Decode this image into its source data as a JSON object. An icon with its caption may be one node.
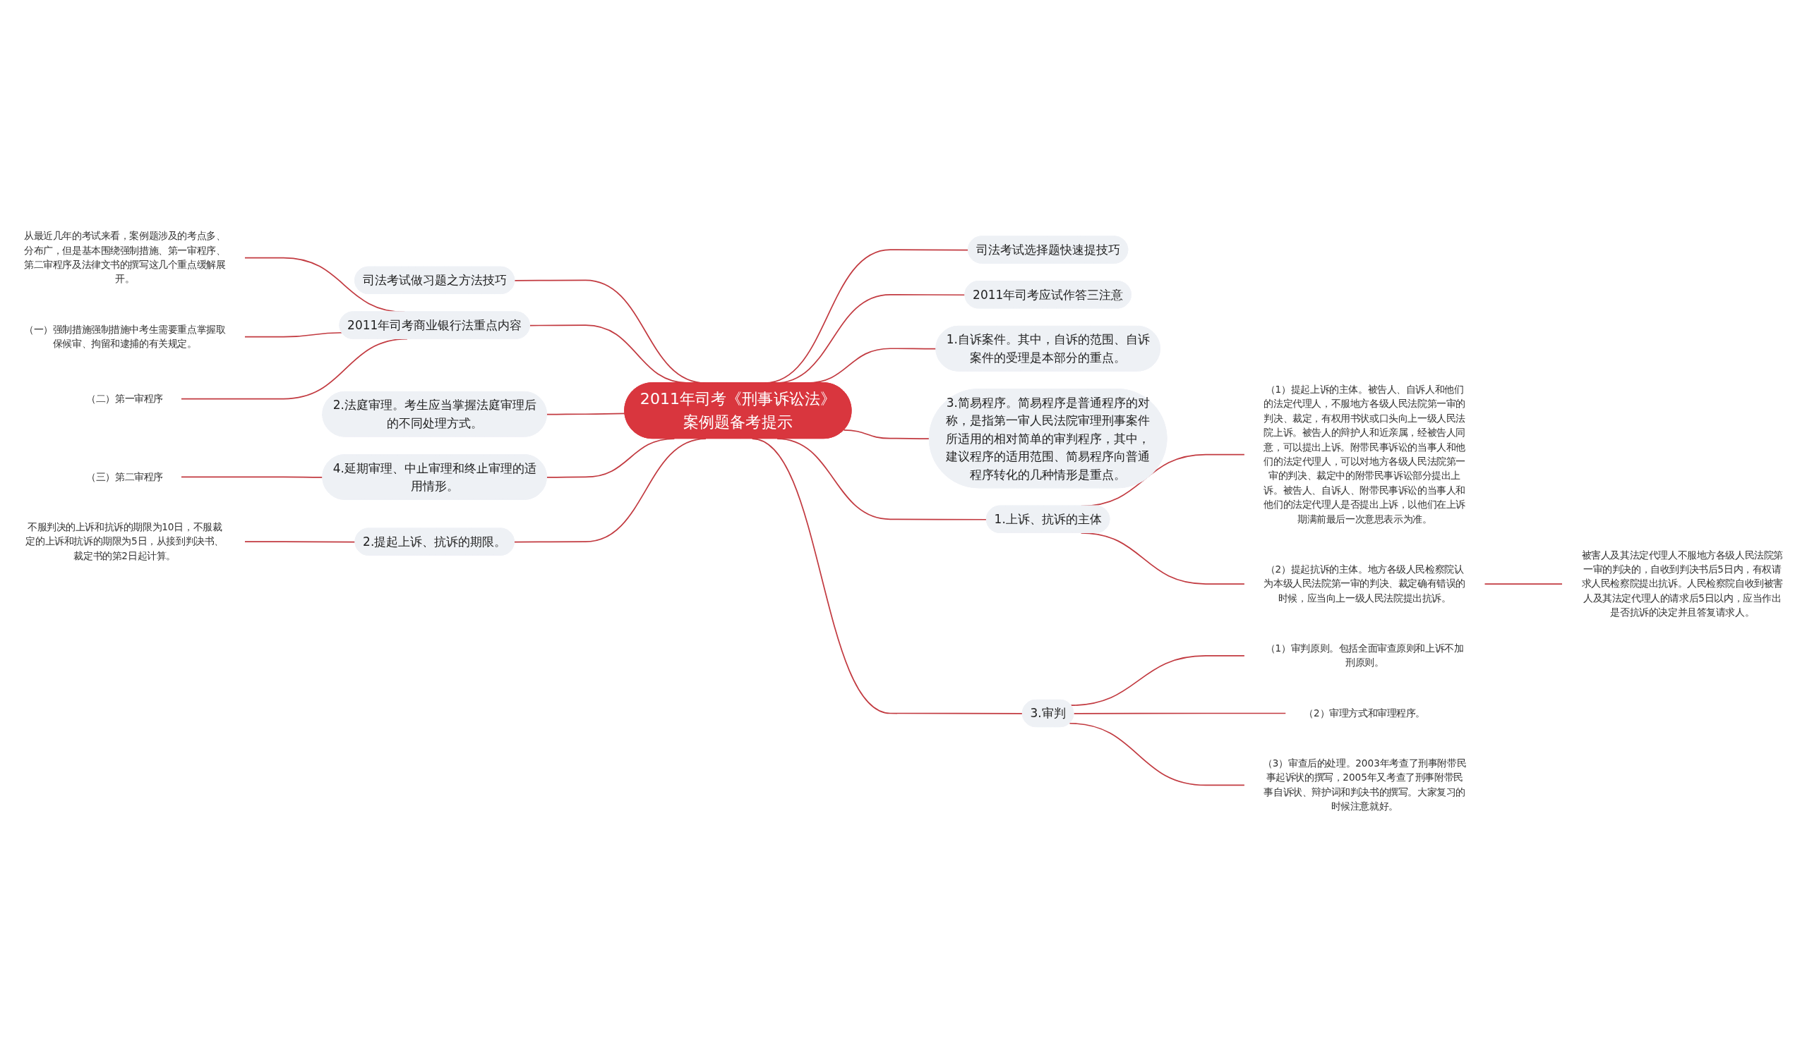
{
  "diagram": {
    "nodes": [
      {
        "text": [
          "2011年司考《刑事诉讼法》案例题备考提示"
        ]
      },
      {
        "text": [
          "司法考试选择题快速提技巧"
        ]
      },
      {
        "text": [
          "2011年司考应试作答三注意"
        ]
      },
      {
        "text": [
          "1.自诉案件。其中，自诉的范围、自诉案件的受理是本部分的重点。"
        ]
      },
      {
        "text": [
          "3.简易程序。简易程序是普通程序的对称，是指第一审人民法院审理刑事案件所适用的相对简单的审判程序，其中，建议程序的适用范围、简易程序向普通程序转化的几种情形是重点。"
        ]
      },
      {
        "text": [
          "1.上诉、抗诉的主体"
        ]
      },
      {
        "text": [
          "（1）提起上诉的主体。被告人、自诉人和他们的法定代理人，不服地方各级人民法院第一审的判决、裁定，有权用书状或口头向上一级人民法院上诉。被告人的辩护人和近亲属，经被告人同意，可以提出上诉。附带民事诉讼的当事人和他们的法定代理人，可以对地方各级人民法院第一审的判决、裁定中的附带民事诉讼部分提出上诉。被告人、自诉人、附带民事诉讼的当事人和他们的法定代理人是否提出上诉，以他们在上诉期满前最后一次意思表示为准。"
        ]
      },
      {
        "text": [
          "（2）提起抗诉的主体。地方各级人民检察院认为本级人民法院第一审的判决、裁定确有错误的时候，应当向上一级人民法院提出抗诉。"
        ]
      },
      {
        "text": [
          "被害人及其法定代理人不服地方各级人民法院第一审的判决的，自收到判决书后5日内，有权请求人民检察院提出抗诉。人民检察院自收到被害人及其法定代理人的请求后5日以内，应当作出是否抗诉的决定并且答复请求人。"
        ]
      },
      {
        "text": [
          "3.审判"
        ]
      },
      {
        "text": [
          "（1）审判原则。包括全面审查原则和上诉不加刑原则。"
        ]
      },
      {
        "text": [
          "（2）审理方式和审理程序。"
        ]
      },
      {
        "text": [
          "（3）审查后的处理。2003年考查了刑事附带民事起诉状的撰写，2005年又考查了刑事附带民事自诉状、辩护词和判决书的撰写。大家复习的时候注意就好。"
        ]
      },
      {
        "text": [
          "司法考试做习题之方法技巧"
        ]
      },
      {
        "text": [
          "2011年司考商业银行法重点内容"
        ]
      },
      {
        "text": [
          "从最近几年的考试来看，案例题涉及的考点多、分布广，但是基本围绕强制措施、第一审程序、第二审程序及法律文书的撰写这几个重点缓解展开。"
        ]
      },
      {
        "text": [
          "（一）强制措施强制措施中考生需要重点掌握取保候审、拘留和逮捕的有关规定。"
        ]
      },
      {
        "text": [
          "（二）第一审程序"
        ]
      },
      {
        "text": [
          "2.法庭审理。考生应当掌握法庭审理后的不同处理方式。"
        ]
      },
      {
        "text": [
          "4.延期审理、中止审理和终止审理的适用情形。"
        ]
      },
      {
        "text": [
          "（三）第二审程序"
        ]
      },
      {
        "text": [
          "2.提起上诉、抗诉的期限。"
        ]
      },
      {
        "text": [
          "不服判决的上诉和抗诉的期限为10日，不服裁定的上诉和抗诉的期限为5日，从接到判决书、裁定书的第2日起计算。"
        ]
      }
    ],
    "edges": [
      {
        "from": 0,
        "to": 1,
        "arrow": "none"
      },
      {
        "from": 0,
        "to": 2,
        "arrow": "none"
      },
      {
        "from": 0,
        "to": 3,
        "arrow": "none"
      },
      {
        "from": 0,
        "to": 4,
        "arrow": "none"
      },
      {
        "from": 0,
        "to": 5,
        "arrow": "none"
      },
      {
        "from": 5,
        "to": 6,
        "arrow": "none"
      },
      {
        "from": 5,
        "to": 7,
        "arrow": "none"
      },
      {
        "from": 7,
        "to": 8,
        "arrow": "none"
      },
      {
        "from": 0,
        "to": 9,
        "arrow": "none"
      },
      {
        "from": 9,
        "to": 10,
        "arrow": "none"
      },
      {
        "from": 9,
        "to": 11,
        "arrow": "none"
      },
      {
        "from": 9,
        "to": 12,
        "arrow": "none"
      },
      {
        "from": 13,
        "to": 0,
        "arrow": "none"
      },
      {
        "from": 14,
        "to": 0,
        "arrow": "none"
      },
      {
        "from": 15,
        "to": 14,
        "arrow": "none"
      },
      {
        "from": 16,
        "to": 14,
        "arrow": "none"
      },
      {
        "from": 17,
        "to": 14,
        "arrow": "none"
      },
      {
        "from": 18,
        "to": 0,
        "arrow": "none"
      },
      {
        "from": 19,
        "to": 0,
        "arrow": "none"
      },
      {
        "from": 20,
        "to": 19,
        "arrow": "none"
      },
      {
        "from": 21,
        "to": 0,
        "arrow": "none"
      },
      {
        "from": 22,
        "to": 21,
        "arrow": "none"
      }
    ]
  }
}
